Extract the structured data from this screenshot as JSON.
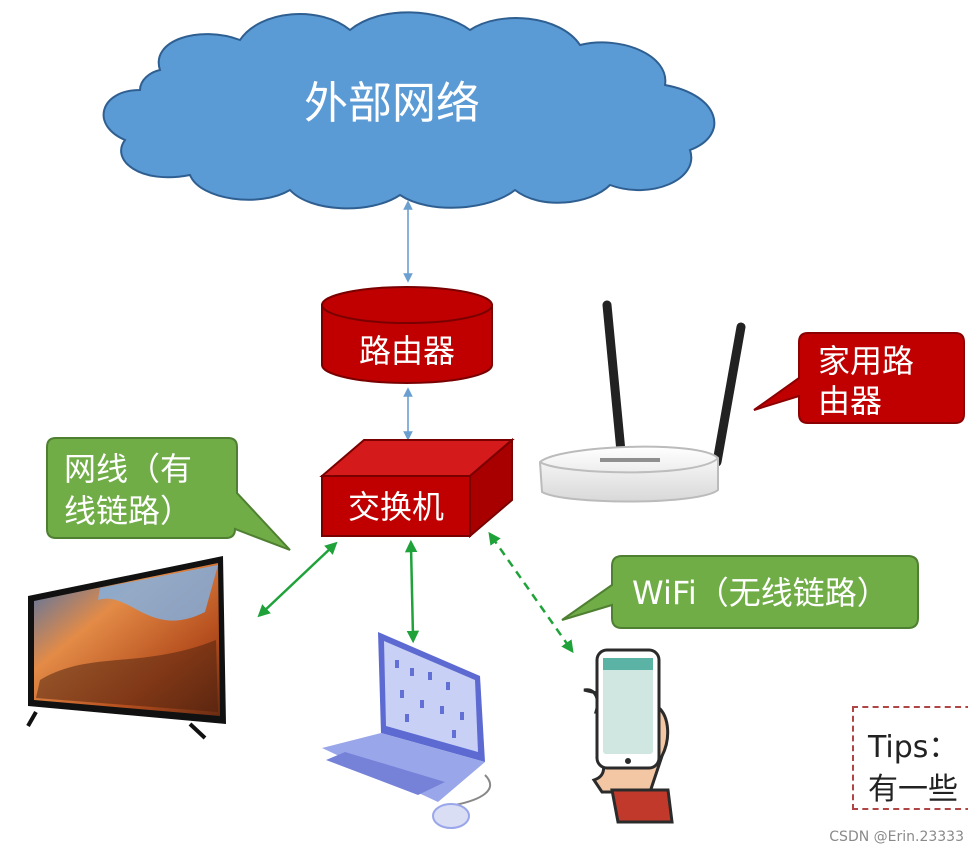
{
  "cloud": {
    "label": "外部网络"
  },
  "router": {
    "label": "路由器"
  },
  "switch": {
    "label": "交换机"
  },
  "callout_home_router": {
    "line1": "家用路",
    "line2": "由器"
  },
  "callout_cable": {
    "line1": "网线（有",
    "line2": "线链路）"
  },
  "callout_wifi": {
    "label": "WiFi（无线链路）"
  },
  "tips": {
    "line1": "Tips：",
    "line2": "有一些"
  },
  "watermark": "CSDN @Erin.23333",
  "colors": {
    "cloud": "#5b9bd5",
    "router_red": "#c00000",
    "callout_green": "#70ad47",
    "link_green": "#1fa23a",
    "arrow_blue": "#6a9fd0"
  }
}
